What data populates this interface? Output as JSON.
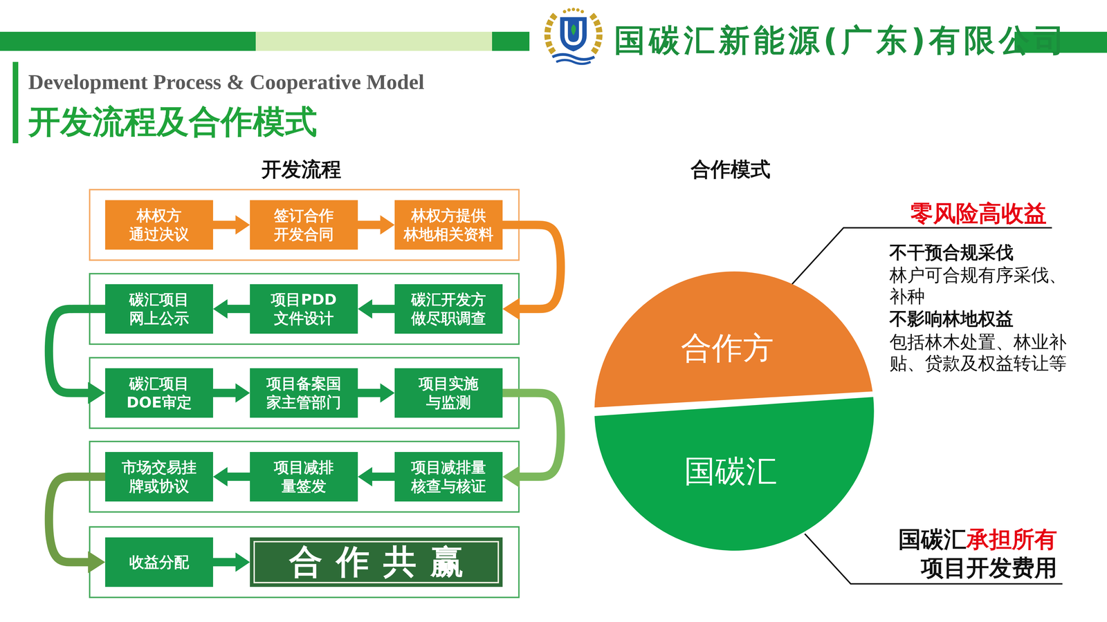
{
  "diagram": {
    "title": "开发流程及合作模式",
    "nodes": [
      {
        "text": [
          "林权方 通过决议"
        ]
      },
      {
        "text": [
          "签订合作 开发合同"
        ]
      },
      {
        "text": [
          "林权方提供 林地相关资料"
        ]
      },
      {
        "text": [
          "碳汇开发方 做尽职调查"
        ]
      },
      {
        "text": [
          "项目PDD 文件设计"
        ]
      },
      {
        "text": [
          "碳汇项目 网上公示"
        ]
      },
      {
        "text": [
          "碳汇项目 DOE审定"
        ]
      },
      {
        "text": [
          "项目备案国 家主管部门"
        ]
      },
      {
        "text": [
          "项目实施 与监测"
        ]
      },
      {
        "text": [
          "项目减排量 核查与核证"
        ]
      },
      {
        "text": [
          "项目减排 量签发"
        ]
      },
      {
        "text": [
          "市场交易挂 牌或协议"
        ]
      },
      {
        "text": [
          "收益分配"
        ]
      },
      {
        "text": [
          "合作共赢"
        ]
      },
      {
        "text": [
          "合作方"
        ]
      },
      {
        "text": [
          "国碳汇"
        ]
      }
    ],
    "edges": [
      {
        "from": 0,
        "to": 1,
        "arrow": "to"
      },
      {
        "from": 1,
        "to": 2,
        "arrow": "to"
      },
      {
        "from": 2,
        "to": 3,
        "arrow": "to"
      },
      {
        "from": 3,
        "to": 4,
        "arrow": "to"
      },
      {
        "from": 4,
        "to": 5,
        "arrow": "to"
      },
      {
        "from": 5,
        "to": 6,
        "arrow": "to"
      },
      {
        "from": 6,
        "to": 7,
        "arrow": "to"
      },
      {
        "from": 7,
        "to": 8,
        "arrow": "to"
      },
      {
        "from": 8,
        "to": 9,
        "arrow": "to"
      },
      {
        "from": 9,
        "to": 10,
        "arrow": "to"
      },
      {
        "from": 10,
        "to": 11,
        "arrow": "to"
      },
      {
        "from": 11,
        "to": 12,
        "arrow": "to"
      },
      {
        "from": 12,
        "to": 13,
        "arrow": "to"
      }
    ],
    "labels": [
      "国碳汇新能源(广东)有限公司",
      "Development Process & Cooperative Model",
      "开发流程",
      "合作模式",
      "零风险高收益",
      "不干预合规采伐",
      "林户可合规有序采伐、补种",
      "不影响林地权益",
      "包括林木处置、林业补贴、贷款及权益转让等",
      "国碳汇",
      "承担所有",
      "项目开发费用"
    ]
  }
}
